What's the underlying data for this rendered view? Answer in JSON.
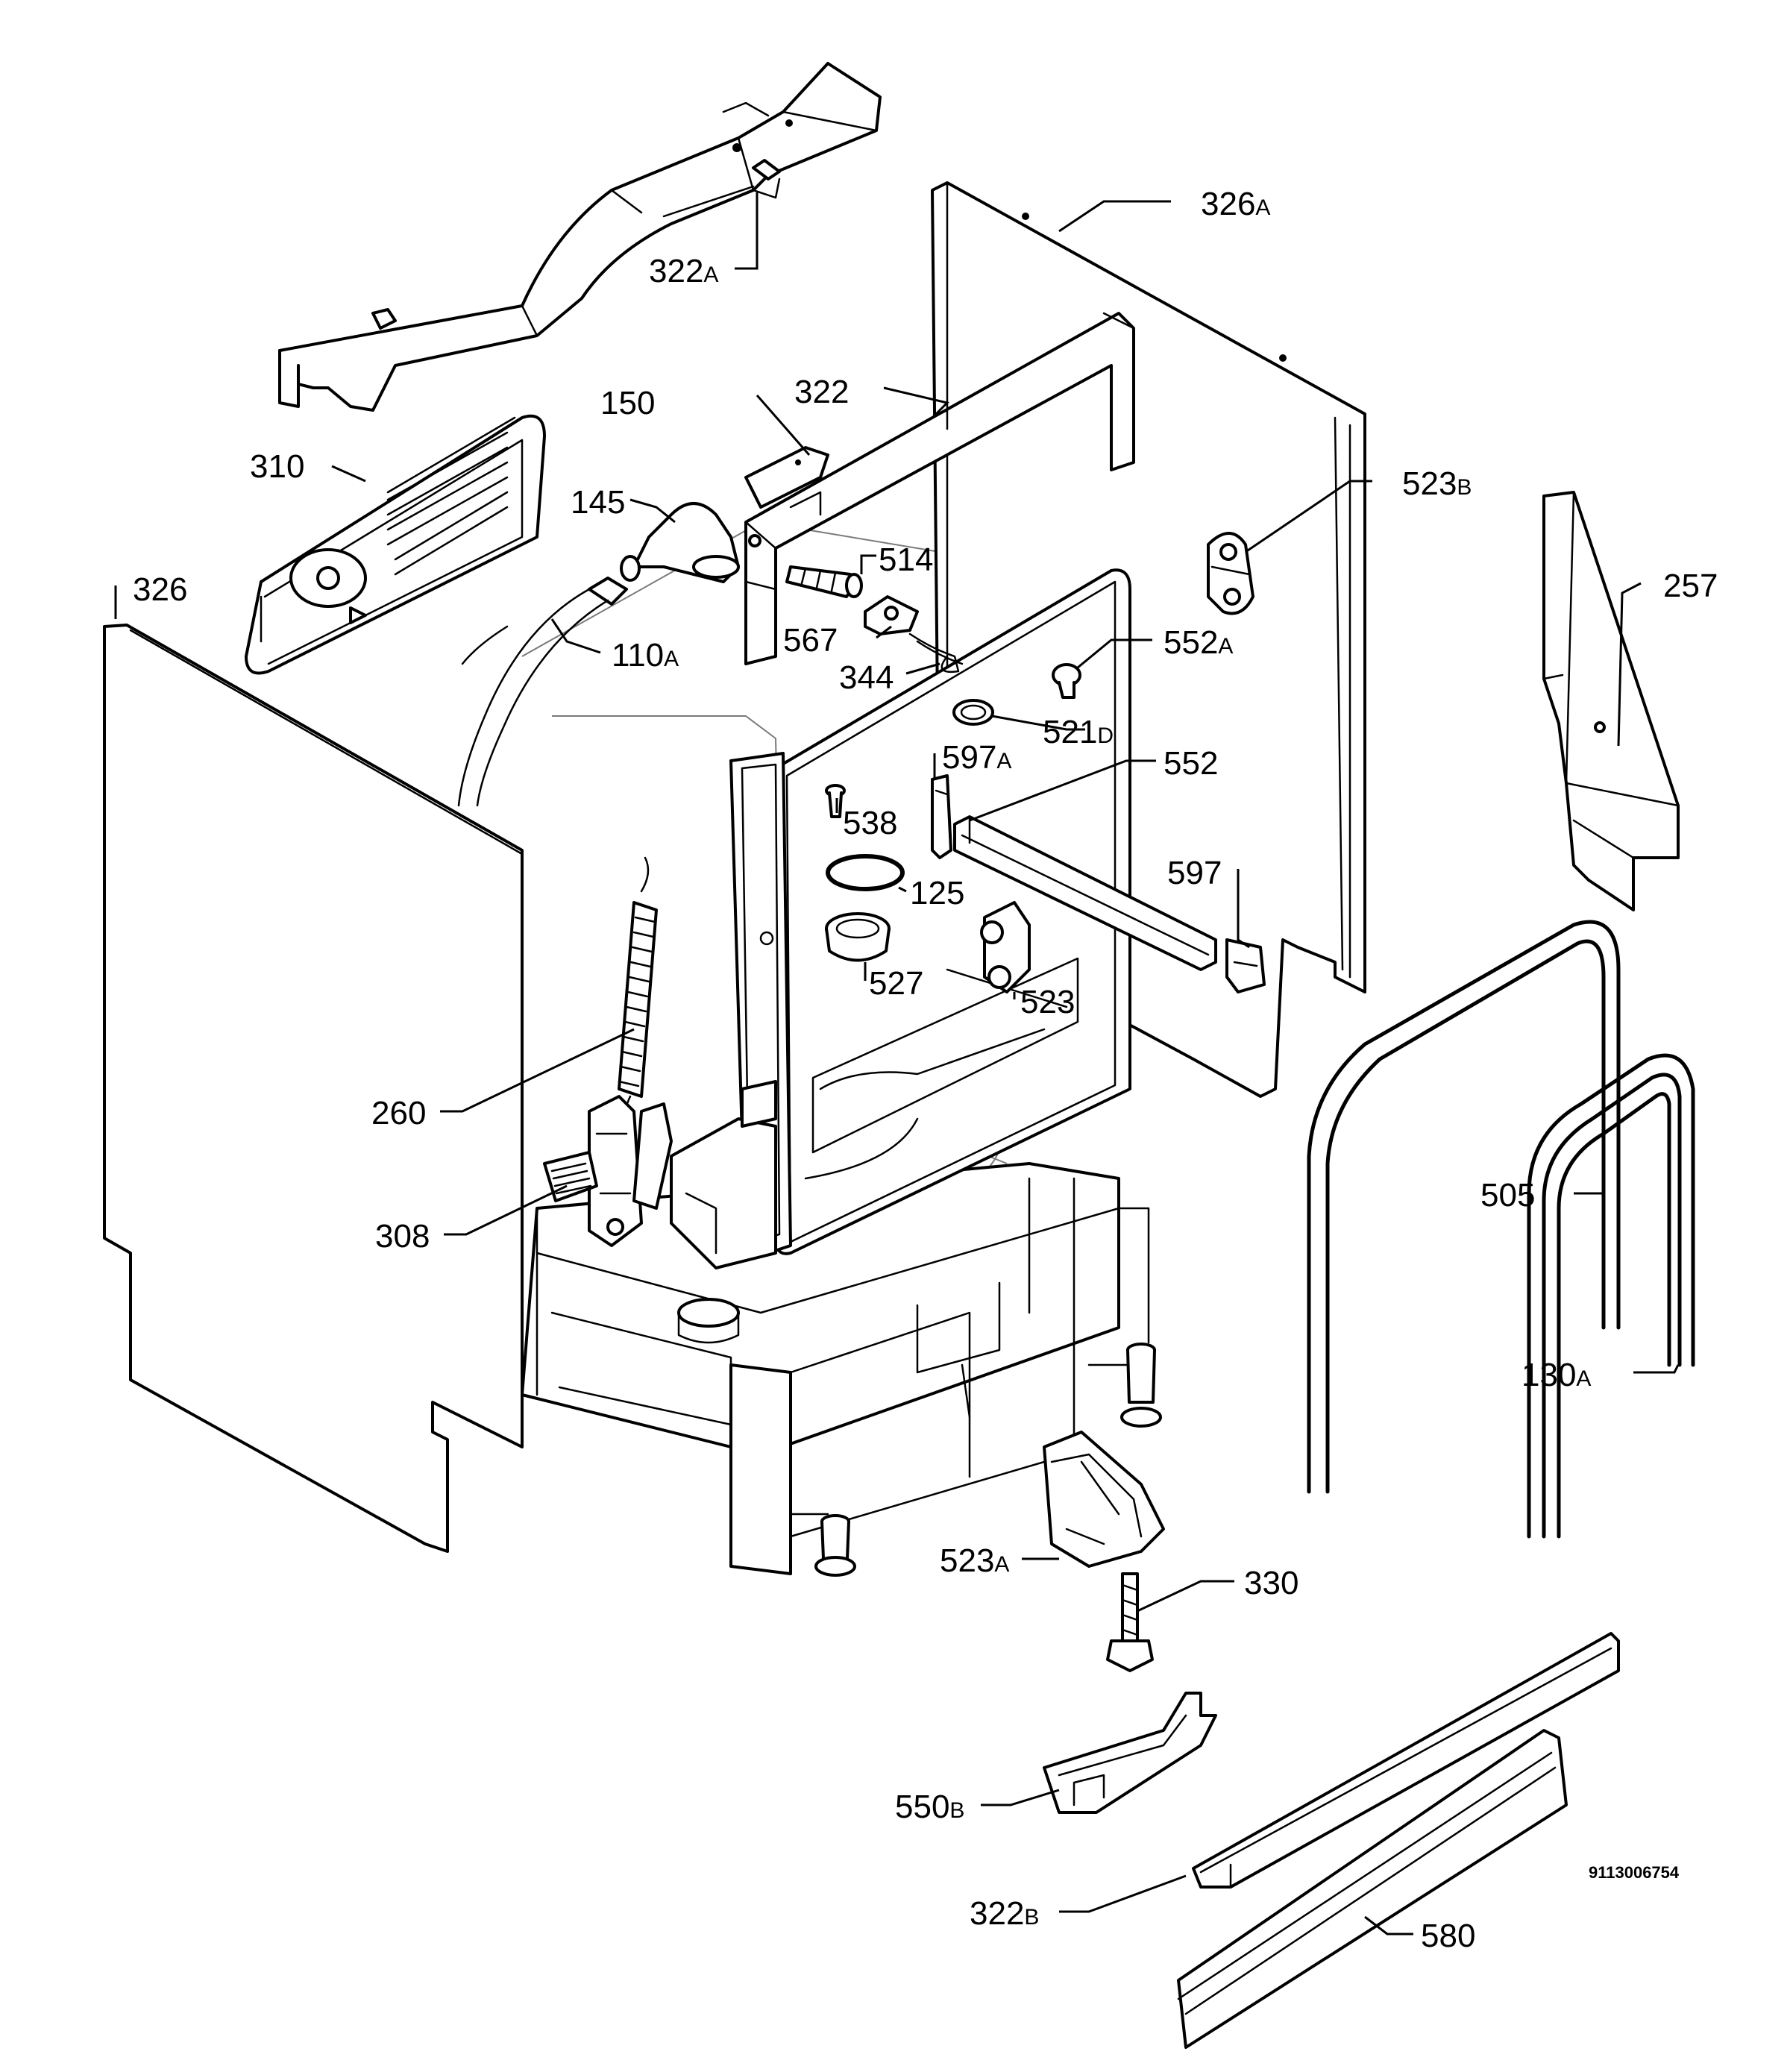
{
  "diagram": {
    "document_number": "9113006754",
    "labels": [
      {
        "key": "322A",
        "num": "322",
        "suffix": "A"
      },
      {
        "key": "326A",
        "num": "326",
        "suffix": "A"
      },
      {
        "key": "150",
        "num": "150",
        "suffix": ""
      },
      {
        "key": "322",
        "num": "322",
        "suffix": ""
      },
      {
        "key": "310",
        "num": "310",
        "suffix": ""
      },
      {
        "key": "145",
        "num": "145",
        "suffix": ""
      },
      {
        "key": "523B",
        "num": "523",
        "suffix": "B"
      },
      {
        "key": "514",
        "num": "514",
        "suffix": ""
      },
      {
        "key": "257",
        "num": "257",
        "suffix": ""
      },
      {
        "key": "326",
        "num": "326",
        "suffix": ""
      },
      {
        "key": "567",
        "num": "567",
        "suffix": ""
      },
      {
        "key": "110A",
        "num": "110",
        "suffix": "A"
      },
      {
        "key": "552A",
        "num": "552",
        "suffix": "A"
      },
      {
        "key": "344",
        "num": "344",
        "suffix": ""
      },
      {
        "key": "521D",
        "num": "521",
        "suffix": "D"
      },
      {
        "key": "597A",
        "num": "597",
        "suffix": "A"
      },
      {
        "key": "552",
        "num": "552",
        "suffix": ""
      },
      {
        "key": "538",
        "num": "538",
        "suffix": ""
      },
      {
        "key": "597",
        "num": "597",
        "suffix": ""
      },
      {
        "key": "125",
        "num": "125",
        "suffix": ""
      },
      {
        "key": "527",
        "num": "527",
        "suffix": ""
      },
      {
        "key": "523",
        "num": "523",
        "suffix": ""
      },
      {
        "key": "260",
        "num": "260",
        "suffix": ""
      },
      {
        "key": "505",
        "num": "505",
        "suffix": ""
      },
      {
        "key": "308",
        "num": "308",
        "suffix": ""
      },
      {
        "key": "130A",
        "num": "130",
        "suffix": "A"
      },
      {
        "key": "523A",
        "num": "523",
        "suffix": "A"
      },
      {
        "key": "330",
        "num": "330",
        "suffix": ""
      },
      {
        "key": "550B",
        "num": "550",
        "suffix": "B"
      },
      {
        "key": "322B",
        "num": "322",
        "suffix": "B"
      },
      {
        "key": "580",
        "num": "580",
        "suffix": ""
      }
    ]
  }
}
